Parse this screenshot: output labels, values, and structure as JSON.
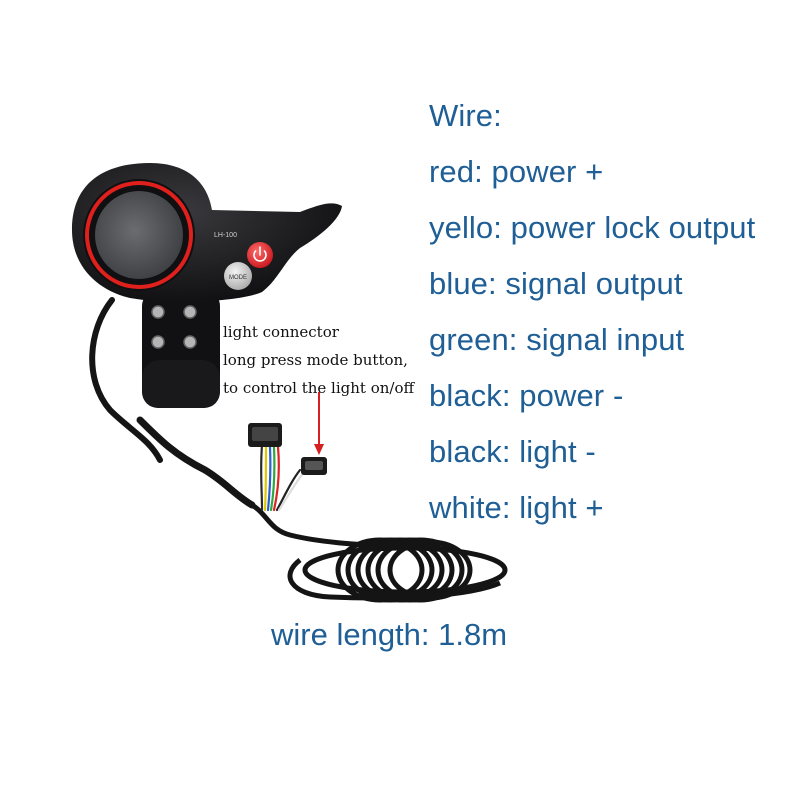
{
  "wire_heading": "Wire:",
  "wires": [
    {
      "color_name": "red",
      "text": "red: power +"
    },
    {
      "color_name": "yellow",
      "text": "yello: power lock output"
    },
    {
      "color_name": "blue",
      "text": "blue: signal output"
    },
    {
      "color_name": "green",
      "text": "green: signal input"
    },
    {
      "color_name": "black",
      "text": "black: power -"
    },
    {
      "color_name": "black",
      "text": "black: light -"
    },
    {
      "color_name": "white",
      "text": "white: light +"
    }
  ],
  "connector_note": {
    "line1": "light connector",
    "line2": "long press mode button,",
    "line3": "to control the light on/off"
  },
  "device": {
    "model_label": "LH-100",
    "mode_button_label": "MODE",
    "power_icon": "power-icon"
  },
  "wire_length": "wire length: 1.8m",
  "colors": {
    "label_text": "#1f5f96",
    "display_ring": "#e0201c",
    "power_button": "#e8232a",
    "arrow": "#d42020"
  }
}
